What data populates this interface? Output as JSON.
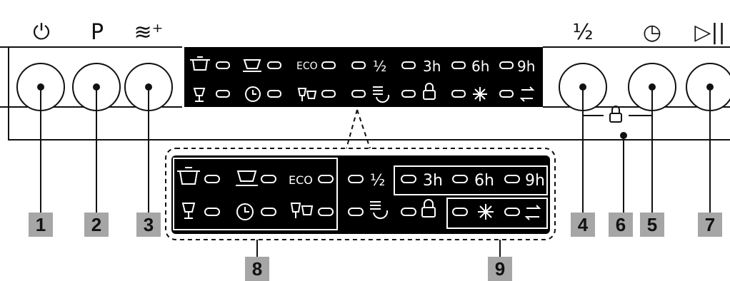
{
  "top_labels": {
    "power": "⏻",
    "program": "P",
    "option": "≋⁺"
  },
  "right_labels": {
    "half": "½",
    "delay": "◷",
    "start": "▷||"
  },
  "display": {
    "eco": "ECO",
    "half": "½",
    "h3": "3h",
    "h6": "6h",
    "h9": "9h"
  },
  "callouts": [
    "1",
    "2",
    "3",
    "4",
    "6",
    "5",
    "7",
    "8",
    "9"
  ],
  "colors": {
    "display_bg": "#000000",
    "callout_bg": "#a6a6a6",
    "line": "#111111"
  }
}
